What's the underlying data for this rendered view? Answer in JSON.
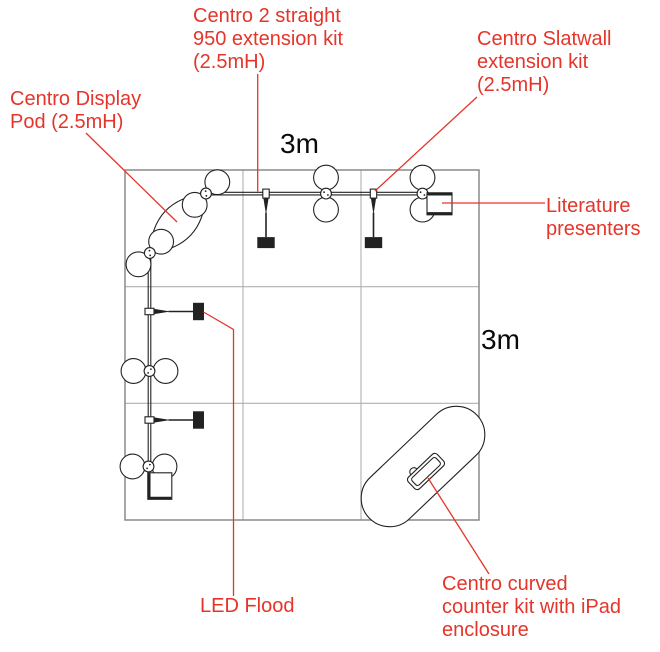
{
  "labels": {
    "display_pod": {
      "lines": [
        "Centro Display",
        "Pod (2.5mH)"
      ]
    },
    "straight_extension": {
      "lines": [
        "Centro 2 straight",
        "950 extension kit",
        "(2.5mH)"
      ]
    },
    "slatwall_extension": {
      "lines": [
        "Centro Slatwall",
        "extension kit",
        "(2.5mH)"
      ]
    },
    "literature_presenters": {
      "lines": [
        "Literature",
        "presenters"
      ]
    },
    "led_flood": {
      "lines": [
        "LED Flood"
      ]
    },
    "curved_counter": {
      "lines": [
        "Centro curved",
        "counter kit with iPad",
        "enclosure"
      ]
    }
  },
  "dimensions": {
    "width": "3m",
    "depth": "3m"
  },
  "colors": {
    "annotation": "#e5352a",
    "dimension_text": "#0a0a0a",
    "structure": "#222222",
    "grid_outer": "#8a8a8a",
    "grid_inner": "#b0b0b0"
  }
}
